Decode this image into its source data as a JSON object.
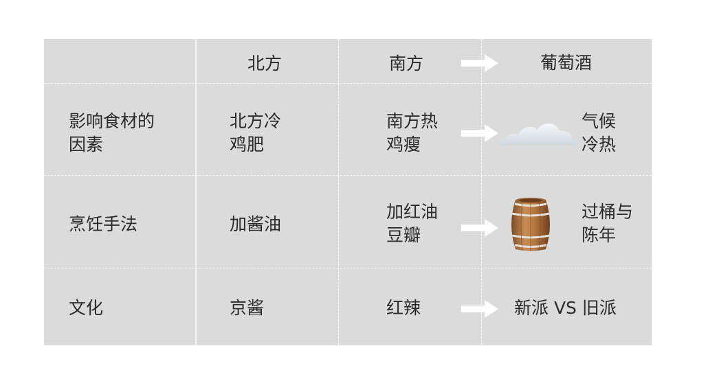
{
  "header": {
    "north": "北方",
    "south": "南方",
    "wine": "葡萄酒"
  },
  "rows": [
    {
      "label_line1": "影响食材的",
      "label_line2": "因素",
      "north_line1": "北方冷",
      "north_line2": "鸡肥",
      "south_line1": "南方热",
      "south_line2": "鸡瘦",
      "wine_line1": "气候",
      "wine_line2": "冷热",
      "wine_icon": "cloud-icon"
    },
    {
      "label": "烹饪手法",
      "north": "加酱油",
      "south_line1": "加红油",
      "south_line2": "豆瓣",
      "wine_line1": "过桶与",
      "wine_line2": "陈年",
      "wine_icon": "barrel-icon"
    },
    {
      "label": "文化",
      "north": "京酱",
      "south": "红辣",
      "wine": "新派 VS 旧派"
    }
  ],
  "colors": {
    "table_bg": "#dcdbdc",
    "text": "#2b2b2b",
    "arrow": "#ffffff"
  }
}
